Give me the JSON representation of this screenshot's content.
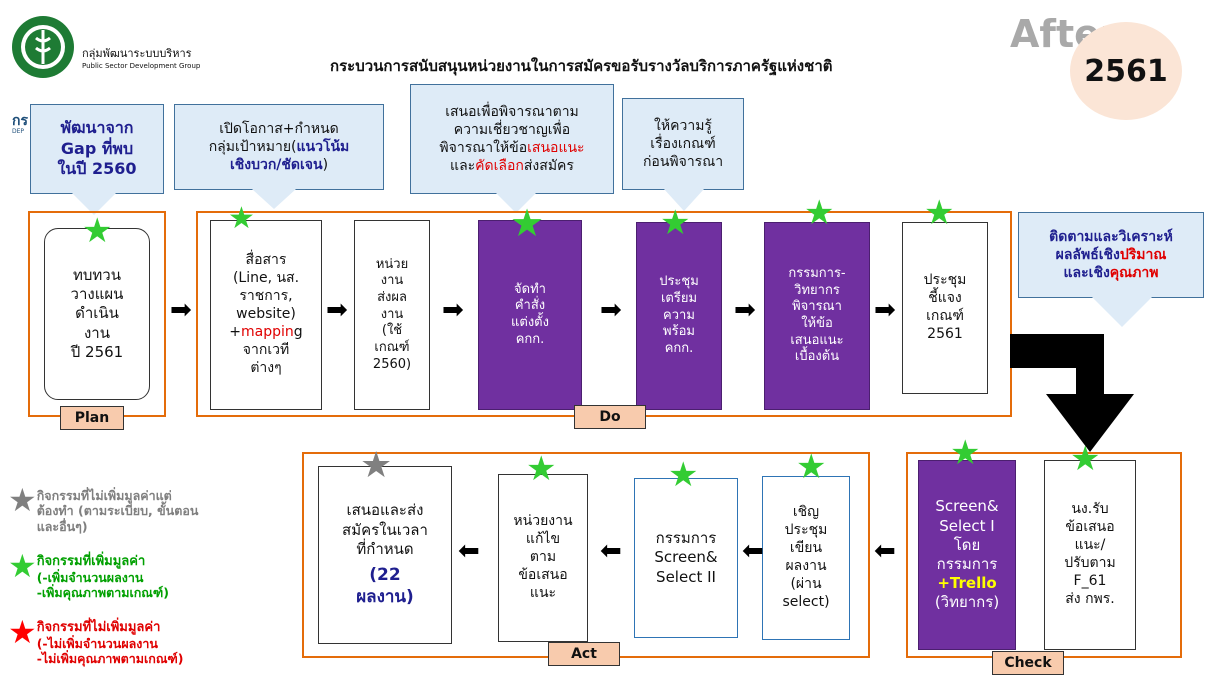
{
  "header": {
    "org_name_th": "กลุ่มพัฒนาระบบบริหาร",
    "org_name_en": "Public Sector Development Group",
    "dept_abbr": "กร",
    "dept_sub": "DEP",
    "title": "กระบวนการสนับสนุนหน่วยงานในการสมัครขอรับรางวัลบริการภาครัฐแห่งชาติ",
    "after_label": "After",
    "year_badge": "2561"
  },
  "phases": {
    "plan": "Plan",
    "do": "Do",
    "check": "Check",
    "act": "Act"
  },
  "callouts": {
    "gap": {
      "l1": "พัฒนาจาก",
      "l2": "Gap ที่พบ",
      "l3": "ในปี 2560"
    },
    "open": {
      "l1": "เปิดโอกาส+กำหนด",
      "l2a": "กลุ่มเป้าหมาย(",
      "l2b": "แนวโน้ม",
      "l3": "เชิงบวก/ชัดเจน",
      "l3b": ")"
    },
    "propose": {
      "l1": "เสนอเพื่อพิจารณาตาม",
      "l2": "ความเชี่ยวชาญเพื่อ",
      "l3a": "พิจารณาให้ข้อ",
      "l3b": "เสนอแนะ",
      "l4a": "และ",
      "l4b": "คัดเลือก",
      "l4c": "ส่งสมัคร"
    },
    "knowledge": {
      "text": "ให้ความรู้\nเรื่องเกณฑ์\nก่อนพิจารณา"
    },
    "monitor": {
      "l1": "ติดตามและวิเคราะห์",
      "l2a": "ผลลัพธ์เชิง",
      "l2b": "ปริมาณ",
      "l3a": "และเชิง",
      "l3b": "คุณภาพ"
    }
  },
  "steps": {
    "review": "ทบทวน\nวางแผน\nดำเนิน\nงาน\nปี 2561",
    "communicate_a": "สื่อสาร\n(Line, นส.\nราชการ,\nwebsite)\n+",
    "communicate_red": "mappin",
    "communicate_b": "g\nจากเวที\nต่างๆ",
    "units_submit": "หน่วย\nงาน\nส่งผล\nงาน\n(ใช้\nเกณฑ์\n2560)",
    "order": "จัดทำ\nคำสั่ง\nแต่งตั้ง\nคกก.",
    "prepare_meeting": "ประชุม\nเตรียม\nความ\nพร้อม\nคกก.",
    "committee_consider": "กรรมการ-\nวิทยากร\nพิจารณา\nให้ข้อ\nเสนอแนะ\nเบื้องต้น",
    "criteria_meeting": "ประชุม\nชี้แจง\nเกณฑ์\n2561",
    "screen1_a": "Screen&\nSelect I\nโดย\nกรรมการ\n",
    "screen1_trello": "+Trello",
    "screen1_b": "(วิทยากร)",
    "receive": "นง.รับ\nข้อเสนอ\nแนะ/\nปรับตาม\nF_61\nส่ง กพร.",
    "invite_meeting": "เชิญ\nประชุม\nเขียน\nผลงาน\n(ผ่าน\nselect)",
    "screen2": "กรรมการ\nScreen&\nSelect II",
    "unit_fix": "หน่วยงาน\nแก้ไข\nตาม\nข้อเสนอ\nแนะ",
    "submit_a": "เสนอและส่ง\nสมัครในเวลา\nที่กำหนด",
    "submit_b": "(22\nผลงาน)"
  },
  "legend": {
    "gray": "กิจกรรมที่ไม่เพิ่มมูลค่าแต่\nต้องทำ (ตามระเบียบ, ขั้นตอน\nและอื่นๆ)",
    "green_title": "กิจกรรมที่เพิ่มมูลค่า",
    "green_detail": "(-เพิ่มจำนวนผลงาน\n-เพิ่มคุณภาพตามเกณฑ์)",
    "red_title": "กิจกรรมที่ไม่เพิ่มมูลค่า",
    "red_detail": "(-ไม่เพิ่มจำนวนผลงาน\n-ไม่เพิ่มคุณภาพตามเกณฑ์)"
  },
  "colors": {
    "frame": "#e46c0a",
    "purple": "#7030a0",
    "callout": "#deebf7",
    "star_green": "#33cc33",
    "star_gray": "#808080",
    "star_red": "#ff0000",
    "tag": "#f8cbad"
  },
  "icons": {
    "star": "star-icon",
    "arrow": "arrow-icon",
    "logo": "ministry-logo-icon"
  }
}
